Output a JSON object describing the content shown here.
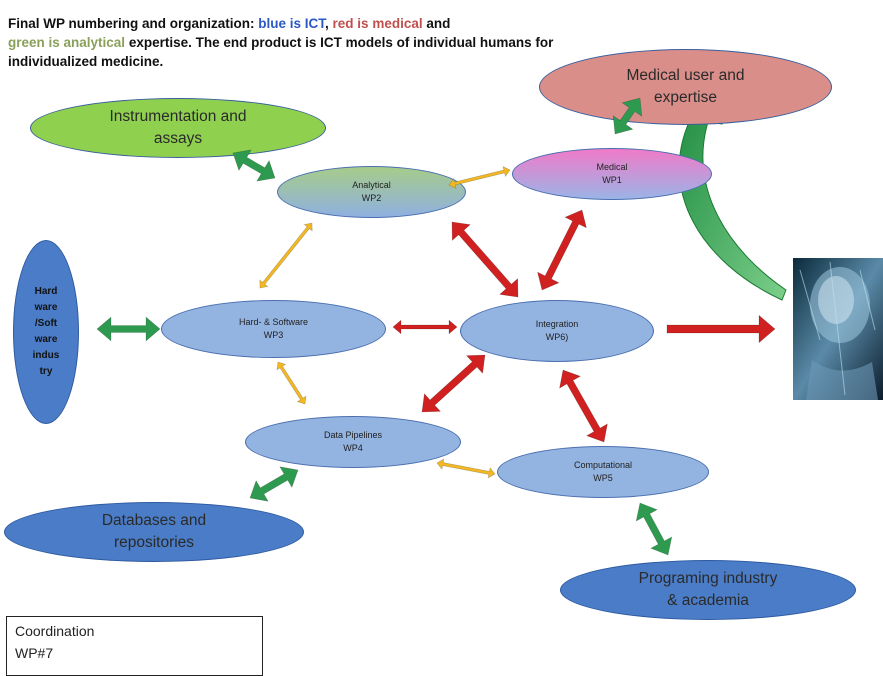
{
  "title": {
    "part1": "Final WP numbering and organization: ",
    "blue": "blue is ICT",
    "sep1": ", ",
    "red": "red is medical",
    "sep2": " and",
    "green": "green is analytical",
    "part2": " expertise.  The end product is ICT models of individual humans for individualized medicine."
  },
  "nodes": {
    "medical_user": {
      "line1": "Medical user and",
      "line2": "expertise"
    },
    "instrumentation": {
      "line1": "Instrumentation and",
      "line2": "assays"
    },
    "hardware_industry": {
      "lines": [
        "Hard",
        "ware",
        "/Soft",
        "ware",
        "indus",
        "try"
      ]
    },
    "databases": {
      "line1": "Databases and",
      "line2": "repositories"
    },
    "programming": {
      "line1": "Programing industry",
      "line2": "& academia"
    },
    "medical": {
      "line1": "Medical",
      "line2": "WP1"
    },
    "analytical": {
      "line1": "Analytical",
      "line2": "WP2"
    },
    "hardsoftware": {
      "line1": "Hard- & Software",
      "line2": "WP3"
    },
    "integration": {
      "line1": "Integration",
      "line2": "WP6)"
    },
    "pipelines": {
      "line1": "Data Pipelines",
      "line2": "WP4"
    },
    "computational": {
      "line1": "Computational",
      "line2": "WP5"
    }
  },
  "coordination": {
    "line1": "Coordination",
    "line2": "WP#7"
  },
  "colors": {
    "ict_blue": "#93b3e0",
    "outer_blue": "#4a7cc7",
    "medical_red": "#d98e8a",
    "analytical_green": "#8fd14f",
    "arrow_green": "#2e9a50",
    "arrow_red": "#d02020",
    "arrow_yellow": "#f2b824"
  }
}
